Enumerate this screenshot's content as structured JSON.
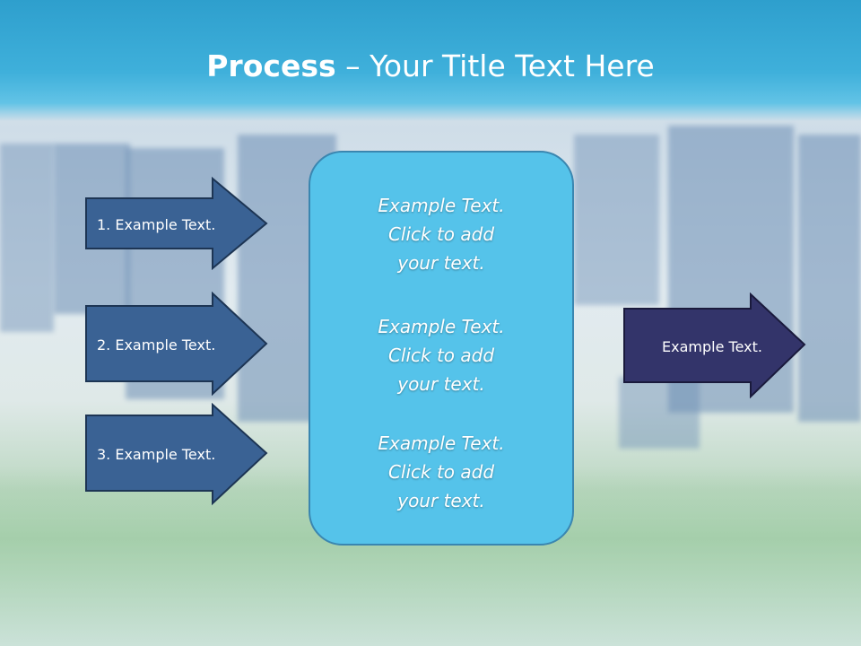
{
  "slide": {
    "title_bold": "Process",
    "title_rest": " – Your Title Text Here"
  },
  "left_arrows": [
    {
      "label": "1. Example Text."
    },
    {
      "label": "2. Example Text."
    },
    {
      "label": "3. Example Text."
    }
  ],
  "center_box": {
    "paragraphs": [
      {
        "line1": "Example Text.",
        "line2": "Click  to add",
        "line3": "your text."
      },
      {
        "line1": "Example Text.",
        "line2": "Click  to add",
        "line3": "your text."
      },
      {
        "line1": "Example Text.",
        "line2": "Click  to add",
        "line3": "your text."
      }
    ]
  },
  "right_arrow": {
    "label": "Example Text."
  },
  "colors": {
    "title_bar": "#3fb0db",
    "left_arrow_fill": "#3a6294",
    "right_arrow_fill": "#33346a",
    "center_box_fill": "#55c3ea",
    "text": "#ffffff"
  }
}
